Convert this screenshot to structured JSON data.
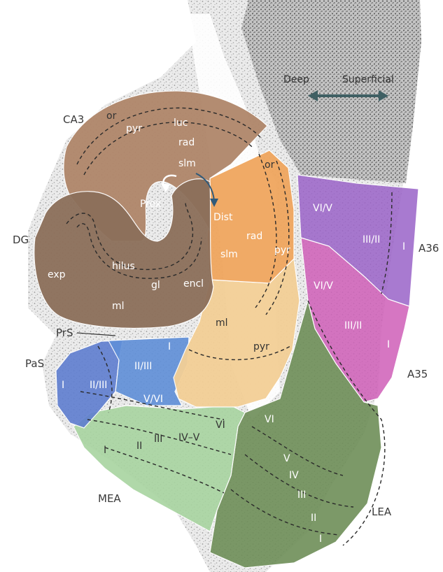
{
  "labels": {
    "deep": "Deep",
    "superficial": "Superficial",
    "ca3": "CA3",
    "dg": "DG",
    "prs": "PrS",
    "pas": "PaS",
    "mea": "MEA",
    "lea": "LEA",
    "a36": "A36",
    "a35": "A35",
    "or_ca3": "or",
    "pyr_ca3": "pyr",
    "luc": "luc",
    "rad_ca3": "rad",
    "slm_ca3": "slm",
    "prox": "Prox",
    "dist": "Dist",
    "or_ca1": "or",
    "rad_ca1": "rad",
    "slm_ca1": "slm",
    "pyr_ca1": "pyr",
    "hilus": "hilus",
    "exp": "exp",
    "gl": "gl",
    "encl": "encl",
    "ml_dg": "ml",
    "ml_sub": "ml",
    "pyr_sub": "pyr",
    "prs_I": "I",
    "prs_II_III": "II/III",
    "pas_I": "I",
    "pas_II_III": "II/III",
    "v_vi": "V/VI",
    "mea_I": "I",
    "mea_II": "II",
    "mea_III": "III",
    "mea_IV_V": "IV–V",
    "mea_VI": "VI",
    "lea_VI": "VI",
    "lea_V": "V",
    "lea_IV": "IV",
    "lea_III": "III",
    "lea_II": "II",
    "lea_I": "I",
    "a36_VI_V": "VI/V",
    "a36_III_II": "III/II",
    "a36_I": "I",
    "a35_VI_V": "VI/V",
    "a35_III_II": "III/II",
    "a35_I": "I"
  },
  "colors": {
    "ca3": "#b0866a",
    "dg": "#8c6f5a",
    "ca1": "#f0a65e",
    "subiculum": "#f3cf96",
    "prs": "#5f8fd8",
    "pas": "#5f7ed0",
    "mea": "#a8d4a0",
    "lea": "#6e8e58",
    "a36": "#9a63c8",
    "a35": "#cf5fb8",
    "arrow": "#3f5f63",
    "tissue": "#d6d6d6"
  }
}
